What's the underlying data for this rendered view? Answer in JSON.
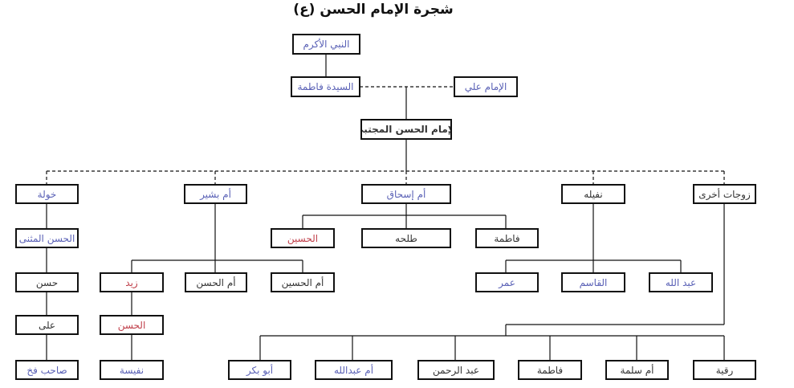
{
  "title": "شجرة الإمام الحسن (ع)",
  "nodes": {
    "prophet": "النبي الأكرم",
    "fatima_mother": "السيدة فاطمة",
    "imam_ali": "الإمام علي",
    "imam_hasan": "الإمام الحسن المجتبى",
    "khawla": "خولة",
    "umm_bashir": "أم بشير",
    "umm_ishaq": "أم إسحاق",
    "nufayla": "نفيله",
    "other_wives": "زوجات أخرى",
    "hasan_muthanna": "الحسن المثنى",
    "husayn": "الحسين",
    "talha": "طلحه",
    "fatima_ishaq": "فاطمة",
    "hasan_son": "حسن",
    "zayd": "زيد",
    "umm_hasan": "أم الحسن",
    "umm_husayn": "أم الحسين",
    "umar": "عمر",
    "qasim": "القاسم",
    "abdullah": "عبد الله",
    "ali": "على",
    "hasan_zayd": "الحسن",
    "sahib_fakh": "صاحب فخ",
    "nafisa": "نفيسة",
    "abu_bakr": "أبو بكر",
    "umm_abdullah": "أم عبدالله",
    "abd_rahman": "عبد الرحمن",
    "fatima_other": "فاطمة",
    "umm_salama": "أم سلمة",
    "ruqayya": "رقية"
  }
}
